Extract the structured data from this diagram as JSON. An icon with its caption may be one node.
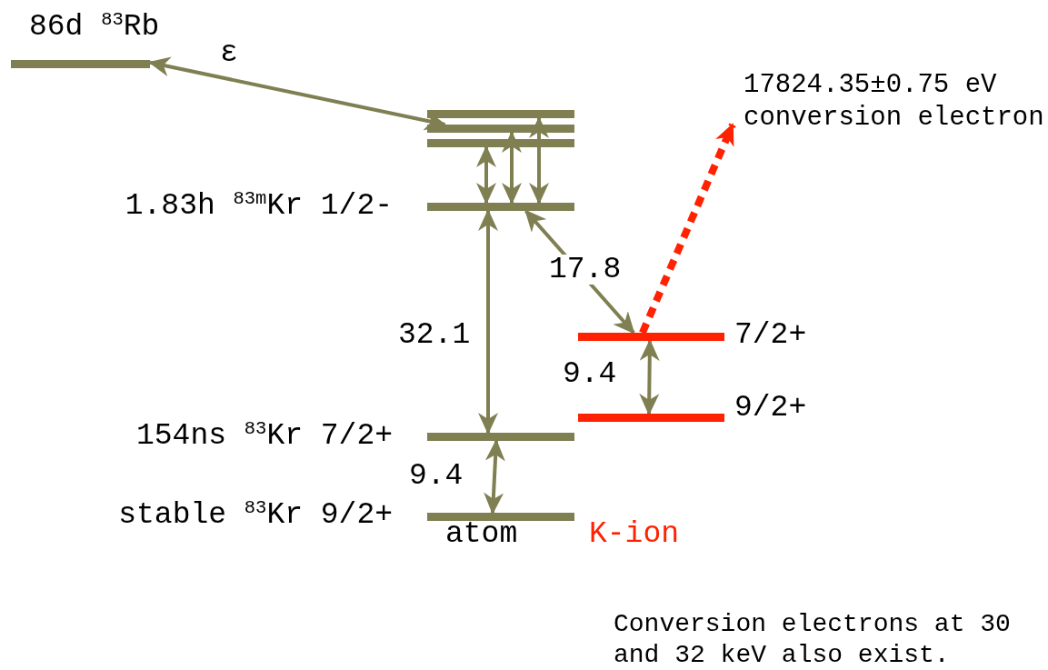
{
  "diagram": {
    "nodes": [
      {
        "text": [],
        "shape": "bar",
        "beside": [
          "86d $^{83}$Rb"
        ]
      },
      {
        "text": [],
        "shape": "bar"
      },
      {
        "text": [],
        "shape": "bar"
      },
      {
        "text": [],
        "shape": "bar"
      },
      {
        "text": [],
        "shape": "bar",
        "beside": [
          "1.83h $^{83m}$Kr 1/2-"
        ]
      },
      {
        "text": [],
        "shape": "bar",
        "beside": [
          "154ns $^{83}$Kr 7/2+"
        ]
      },
      {
        "text": [],
        "shape": "bar",
        "beside": [
          "stable $^{83}$Kr 9/2+"
        ]
      },
      {
        "text": [],
        "shape": "bar",
        "beside": [
          "7/2+"
        ]
      },
      {
        "text": [],
        "shape": "bar",
        "beside": [
          "9/2+"
        ]
      },
      {
        "text": [
          "17824.35±0.75 eV conversion electron"
        ]
      }
    ],
    "edges": [
      {
        "from": 0,
        "to": 2,
        "arrow": "both",
        "label": "ε"
      },
      {
        "from": 3,
        "to": 4,
        "arrow": "both"
      },
      {
        "from": 2,
        "to": 4,
        "arrow": "both"
      },
      {
        "from": 1,
        "to": 4,
        "arrow": "both"
      },
      {
        "from": 4,
        "to": 5,
        "arrow": "both",
        "label": "32.1"
      },
      {
        "from": 4,
        "to": 7,
        "arrow": "both",
        "label": "17.8"
      },
      {
        "from": 7,
        "to": 9,
        "arrow": "to",
        "style": "dashed",
        "color": "#ff2200"
      },
      {
        "from": 7,
        "to": 8,
        "arrow": "both",
        "label": "9.4"
      },
      {
        "from": 5,
        "to": 6,
        "arrow": "both",
        "label": "9.4"
      }
    ],
    "labels": [
      "atom",
      "K-ion",
      "Conversion electrons at 30 and 32 keV also exist."
    ]
  }
}
